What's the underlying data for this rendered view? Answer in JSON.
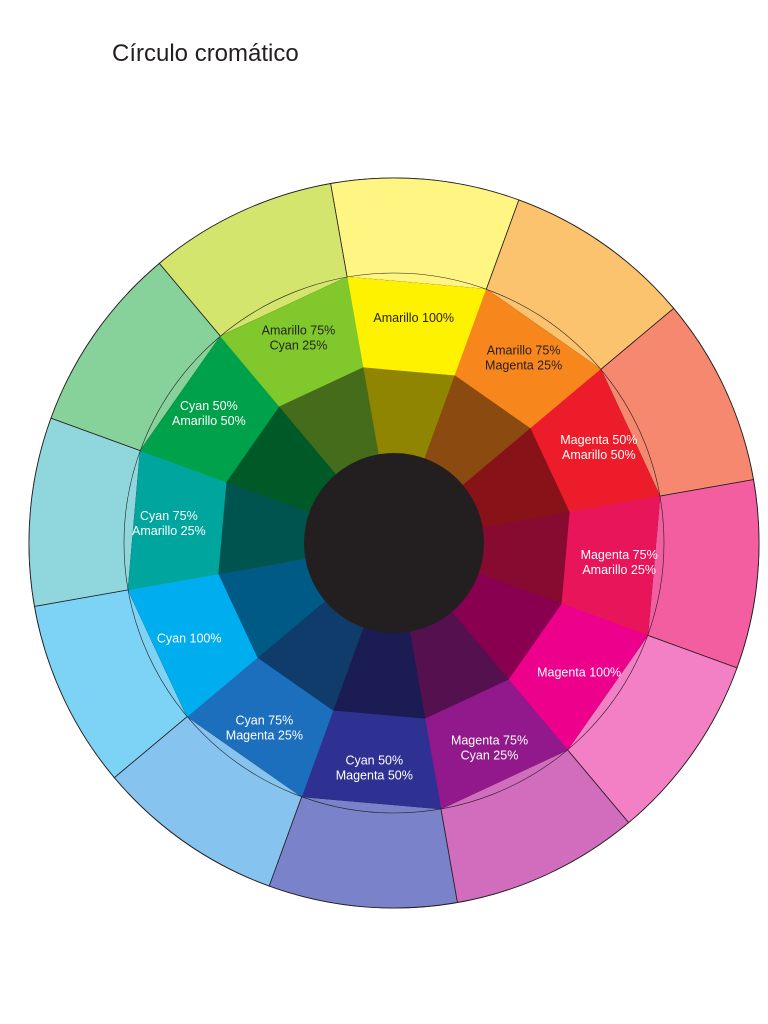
{
  "title": "Círculo cromático",
  "wheel": {
    "center_color": "#231f20",
    "stroke_color": "#231f20",
    "segments": [
      {
        "name": "amarillo-100",
        "label_lines": [
          "Amarillo 100%"
        ],
        "label_color": "#231f20",
        "outer": "#fff582",
        "middle": "#fff200",
        "inner": "#8f8500"
      },
      {
        "name": "amarillo-75-magenta-25",
        "label_lines": [
          "Amarillo 75%",
          "Magenta 25%"
        ],
        "label_color": "#231f20",
        "outer": "#fcc36e",
        "middle": "#f7871c",
        "inner": "#8a4a10"
      },
      {
        "name": "magenta-50-amarillo-50",
        "label_lines": [
          "Magenta 50%",
          "Amarillo 50%"
        ],
        "label_color": "#ffffff",
        "outer": "#f5886f",
        "middle": "#ec1c2a",
        "inner": "#871218"
      },
      {
        "name": "magenta-75-amarillo-25",
        "label_lines": [
          "Magenta 75%",
          "Amarillo 25%"
        ],
        "label_color": "#ffffff",
        "outer": "#f25ea0",
        "middle": "#e8155a",
        "inner": "#870b30"
      },
      {
        "name": "magenta-100",
        "label_lines": [
          "Magenta 100%"
        ],
        "label_color": "#ffffff",
        "outer": "#f37fc4",
        "middle": "#ec008c",
        "inner": "#890051"
      },
      {
        "name": "magenta-75-cyan-25",
        "label_lines": [
          "Magenta 75%",
          "Cyan 25%"
        ],
        "label_color": "#ffffff",
        "outer": "#d26cbc",
        "middle": "#91198c",
        "inner": "#55104f"
      },
      {
        "name": "cyan-50-magenta-50",
        "label_lines": [
          "Cyan 50%",
          "Magenta 50%"
        ],
        "label_color": "#ffffff",
        "outer": "#7a82c9",
        "middle": "#2e3192",
        "inner": "#1a1c53"
      },
      {
        "name": "cyan-75-magenta-25",
        "label_lines": [
          "Cyan 75%",
          "Magenta 25%"
        ],
        "label_color": "#ffffff",
        "outer": "#86c3ef",
        "middle": "#1b6fbc",
        "inner": "#0f3c6a"
      },
      {
        "name": "cyan-100",
        "label_lines": [
          "Cyan 100%"
        ],
        "label_color": "#ffffff",
        "outer": "#7dd3f5",
        "middle": "#00aeef",
        "inner": "#005a86"
      },
      {
        "name": "cyan-75-amarillo-25",
        "label_lines": [
          "Cyan 75%",
          "Amarillo 25%"
        ],
        "label_color": "#ffffff",
        "outer": "#8fd7dc",
        "middle": "#00a59e",
        "inner": "#00544f"
      },
      {
        "name": "cyan-50-amarillo-50",
        "label_lines": [
          "Cyan 50%",
          "Amarillo 50%"
        ],
        "label_color": "#ffffff",
        "outer": "#87d29a",
        "middle": "#00a14b",
        "inner": "#005a28"
      },
      {
        "name": "amarillo-75-cyan-25",
        "label_lines": [
          "Amarillo 75%",
          "Cyan 25%"
        ],
        "label_color": "#231f20",
        "outer": "#d4e56e",
        "middle": "#80c82b",
        "inner": "#456c1a"
      }
    ]
  }
}
